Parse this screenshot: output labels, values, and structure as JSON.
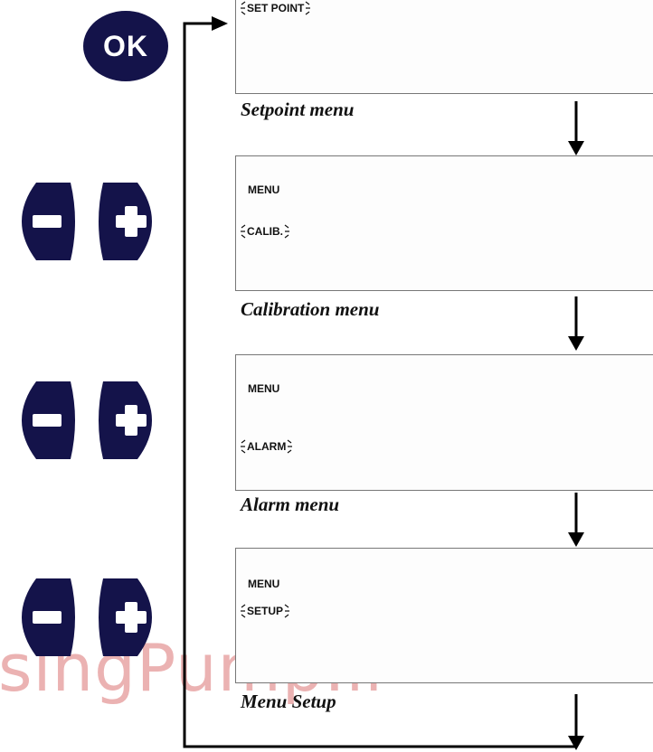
{
  "buttons": {
    "ok_label": "OK"
  },
  "screens": [
    {
      "top_label": "",
      "blink_label": "SET POINT",
      "caption": "Setpoint menu"
    },
    {
      "top_label": "MENU",
      "blink_label": "CALIB.",
      "caption": "Calibration menu"
    },
    {
      "top_label": "MENU",
      "blink_label": "ALARM",
      "caption": "Alarm menu"
    },
    {
      "top_label": "MENU",
      "blink_label": "SETUP",
      "caption": "Menu Setup"
    }
  ],
  "watermark": "singPump.ir",
  "colors": {
    "button_fill": "#14134a",
    "arrow": "#000000",
    "watermark": "#e8a5a5"
  },
  "icons": {
    "ok": "ok-button",
    "minus": "minus-button",
    "plus": "plus-button",
    "blink": "blink-marks"
  }
}
